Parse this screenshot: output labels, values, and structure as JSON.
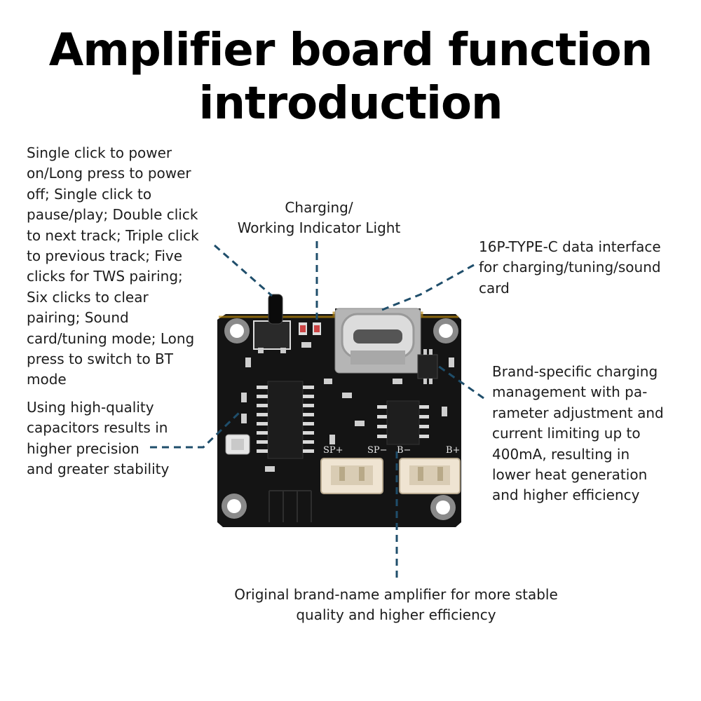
{
  "title": {
    "line1": "Amplifier board function",
    "line2": "introduction"
  },
  "notes": {
    "button": "Single click to power\non/Long press to power\noff; Single click to\npause/play; Double click\nto next track; Triple click\nto previous track; Five\nclicks for TWS pairing;\nSix clicks to clear\npairing; Sound\ncard/tuning mode; Long\npress to switch to BT\nmode",
    "indicator": "Charging/\nWorking Indicator Light",
    "typec": "16P-TYPE-C data interface\nfor charging/tuning/sound\ncard",
    "charging": "Brand-specific charging\nmanagement with pa-\nrameter adjustment and\ncurrent limiting up to\n400mA, resulting in\nlower heat generation\nand higher efficiency",
    "capacitors": "Using high-quality\ncapacitors results in\nhigher precision\nand greater stability",
    "amplifier": "Original brand-name amplifier for more stable\nquality and higher efficiency"
  },
  "board_silkscreen": {
    "sp_plus": "SP+",
    "sp_minus": "SP−",
    "b_minus": "B−",
    "b_plus": "B+"
  },
  "colors": {
    "leader_line": "#1f4e6b",
    "pcb": "#121212",
    "connector": "#efe4d2"
  }
}
